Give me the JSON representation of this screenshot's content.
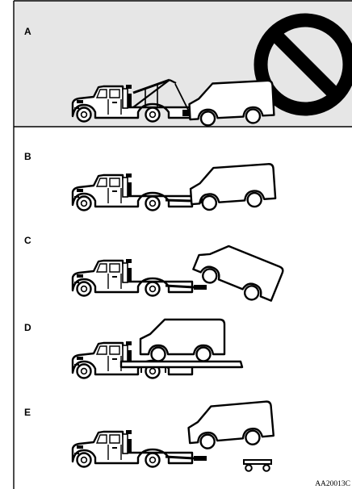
{
  "figure": {
    "panels": [
      {
        "label": "A",
        "method": "tow-truck-sling",
        "prohibited": true
      },
      {
        "label": "B",
        "method": "wheel-lift-front-wheels-raised",
        "prohibited": false
      },
      {
        "label": "C",
        "method": "wheel-lift-rear-wheels-raised",
        "prohibited": false
      },
      {
        "label": "D",
        "method": "flatbed",
        "prohibited": false
      },
      {
        "label": "E",
        "method": "wheel-lift-with-dolly",
        "prohibited": false
      }
    ],
    "prohibited_icon": "no-entry-icon",
    "code": "AA20013C",
    "colors": {
      "background": "#ffffff",
      "panel_a_background": "#e6e6e6",
      "ink": "#000000"
    }
  }
}
